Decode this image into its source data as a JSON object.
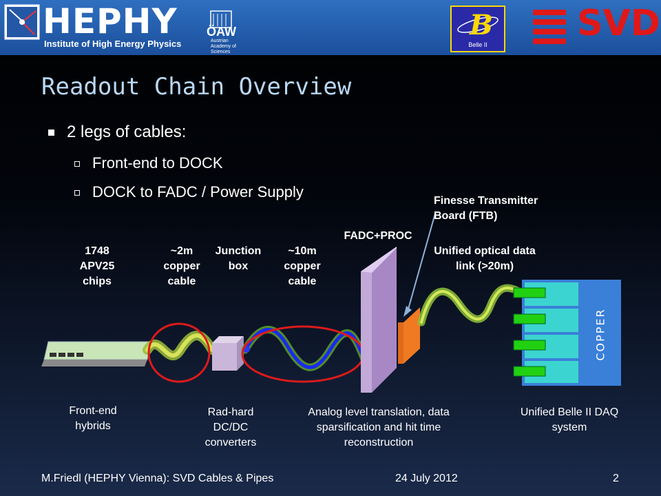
{
  "header": {
    "hephy_title": "HEPHY",
    "hephy_subtitle": "Institute of High Energy Physics",
    "oaw_title": "ÖAW",
    "oaw_subtitle": "Austrian Academy of Sciences",
    "belle_caption": "Belle II",
    "svd_title": "SVD"
  },
  "slide": {
    "title": "Readout Chain Overview",
    "bullet": "2 legs of cables:",
    "subbullets": [
      "Front-end to DOCK",
      "DOCK to FADC / Power Supply"
    ]
  },
  "diagram": {
    "labels": {
      "apv": "1748 APV25 chips",
      "copper2m": "~2m copper cable",
      "junction": "Junction box",
      "copper10m": "~10m copper cable",
      "fadc": "FADC+PROC",
      "ftb": "Finesse Transmitter Board (FTB)",
      "optical": "Unified optical data link (>20m)",
      "copper_crate": "COPPER"
    },
    "bottom": {
      "frontend": "Front-end hybrids",
      "radhard": "Rad-hard DC/DC converters",
      "analog": "Analog level translation, data sparsification and hit time reconstruction",
      "daq": "Unified Belle II DAQ system"
    }
  },
  "footer": {
    "author": "M.Friedl (HEPHY Vienna): SVD Cables & Pipes",
    "date": "24 July 2012",
    "page": "2"
  }
}
